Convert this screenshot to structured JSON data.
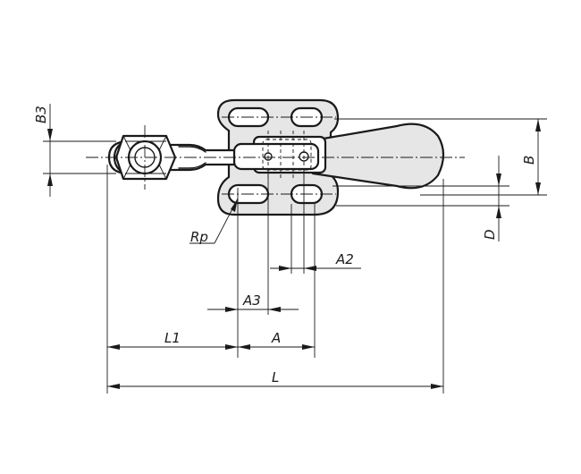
{
  "labels": {
    "l": "L",
    "l1": "L1",
    "a": "A",
    "a2": "A2",
    "a3": "A3",
    "b": "B",
    "b3": "B3",
    "d": "D",
    "rp": "Rp"
  }
}
